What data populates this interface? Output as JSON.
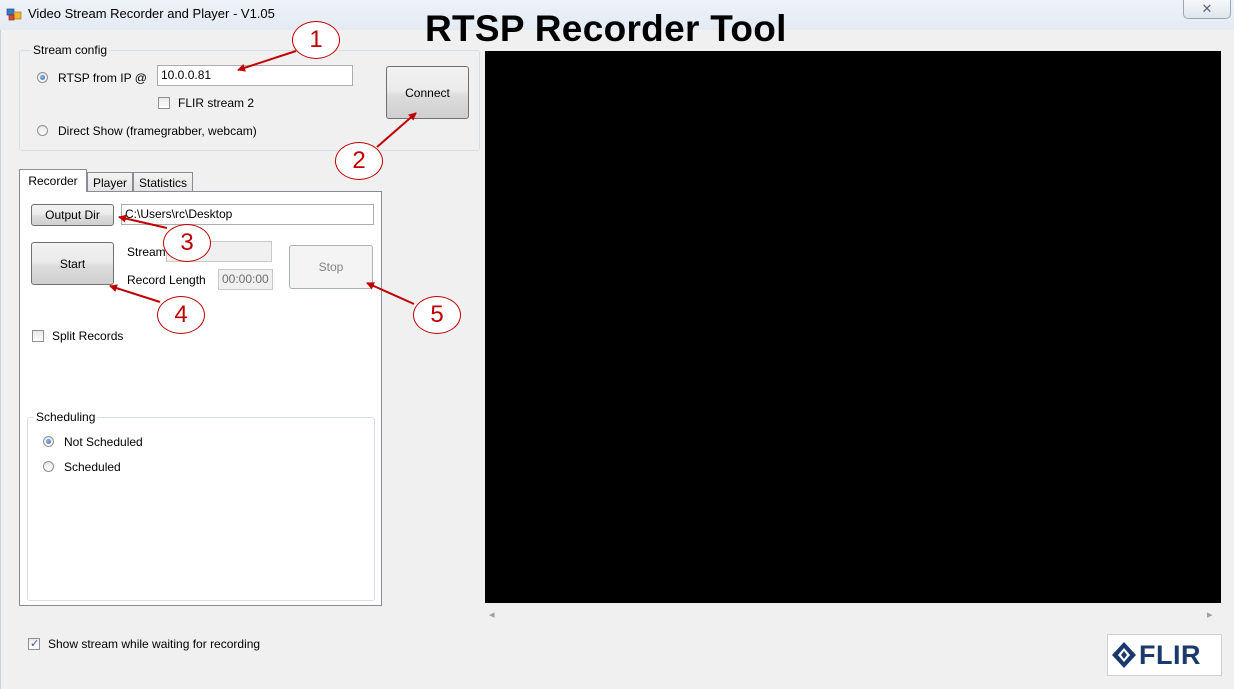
{
  "window": {
    "title": "Video Stream Recorder and Player - V1.05",
    "close_symbol": "✕",
    "overlay_title": "RTSP Recorder Tool"
  },
  "stream_config": {
    "legend": "Stream config",
    "rtsp_label": "RTSP from IP @",
    "rtsp_selected": true,
    "ip_value": "10.0.0.81",
    "flir_stream2_label": "FLIR stream 2",
    "flir_stream2_checked": false,
    "direct_show_label": "Direct Show (framegrabber, webcam)",
    "connect_label": "Connect"
  },
  "tabs": [
    {
      "label": "Recorder",
      "active": true
    },
    {
      "label": "Player",
      "active": false
    },
    {
      "label": "Statistics",
      "active": false
    }
  ],
  "recorder": {
    "output_dir_label": "Output Dir",
    "output_dir_value": "C:\\Users\\rc\\Desktop",
    "start_label": "Start",
    "stream_label": "Stream",
    "stream_value": "",
    "record_length_label": "Record Length",
    "record_length_value": "00:00:00",
    "stop_label": "Stop",
    "split_records_label": "Split Records",
    "split_records_checked": false
  },
  "scheduling": {
    "legend": "Scheduling",
    "not_scheduled_label": "Not Scheduled",
    "scheduled_label": "Scheduled",
    "selected": "not_scheduled"
  },
  "footer": {
    "show_stream_label": "Show stream while waiting for recording",
    "show_stream_checked": true,
    "logo_text": "FLIR"
  },
  "callouts": [
    "1",
    "2",
    "3",
    "4",
    "5"
  ],
  "colors": {
    "annotation_red": "#c00000",
    "video_bg": "#000000",
    "flir_blue": "#1a3a6e"
  }
}
